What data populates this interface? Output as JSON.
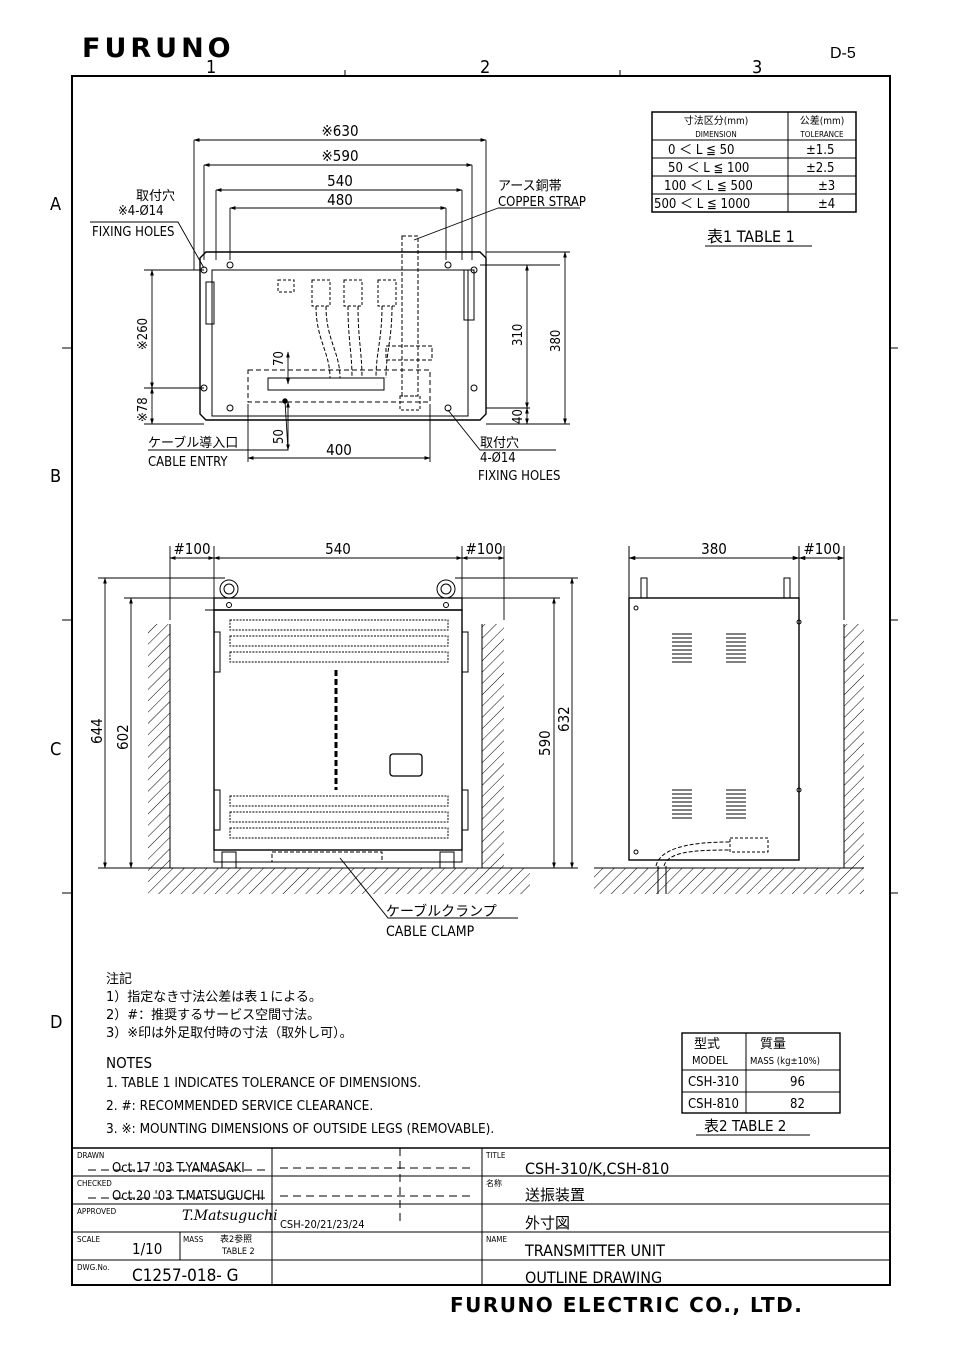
{
  "header": {
    "logo": "FURUNO",
    "page_id": "D-5",
    "grid_cols": [
      "1",
      "2",
      "3"
    ],
    "grid_rows": [
      "A",
      "B",
      "C",
      "D"
    ]
  },
  "tolerance_table": {
    "col1_header_jp": "寸法区分(mm)",
    "col1_header_en": "DIMENSION",
    "col2_header_jp": "公差(mm)",
    "col2_header_en": "TOLERANCE",
    "rows": [
      {
        "range": "0 ＜ L ≦ 50",
        "tol": "±1.5"
      },
      {
        "range": "50 ＜ L ≦ 100",
        "tol": "±2.5"
      },
      {
        "range": "100 ＜ L ≦ 500",
        "tol": "±3"
      },
      {
        "range": "500 ＜ L ≦ 1000",
        "tol": "±4"
      }
    ],
    "caption": "表1  TABLE 1"
  },
  "top_view": {
    "dims": [
      "※630",
      "※590",
      "540",
      "480",
      "※260",
      "※78",
      "70",
      "50",
      "400",
      "310",
      "380",
      "40"
    ],
    "fixing_left_jp": "取付穴",
    "fixing_left_spec": "※4-Ø14",
    "fixing_left_en": "FIXING HOLES",
    "copper_jp": "アース銅帯",
    "copper_en": "COPPER STRAP",
    "cable_jp": "ケーブル導入口",
    "cable_en": "CABLE ENTRY",
    "fixing_right_jp": "取付穴",
    "fixing_right_spec": "4-Ø14",
    "fixing_right_en": "FIXING HOLES"
  },
  "front_view": {
    "dims": [
      "#100",
      "540",
      "#100",
      "644",
      "602",
      "590",
      "632"
    ],
    "clamp_jp": "ケーブルクランプ",
    "clamp_en": "CABLE CLAMP"
  },
  "side_view": {
    "dims": [
      "380",
      "#100"
    ]
  },
  "notes": {
    "title_jp": "注記",
    "jp": [
      "1）指定なき寸法公差は表１による。",
      "2）#：推奨するサービス空間寸法。",
      "3）※印は外足取付時の寸法（取外し可）。"
    ],
    "title_en": "NOTES",
    "en": [
      "1.  TABLE 1 INDICATES TOLERANCE OF DIMENSIONS.",
      "2.  #: RECOMMENDED SERVICE CLEARANCE.",
      "3.  ※: MOUNTING DIMENSIONS OF OUTSIDE LEGS (REMOVABLE)."
    ]
  },
  "mass_table": {
    "h1_jp": "型式",
    "h1_en": "MODEL",
    "h2_jp": "質量",
    "h2_en": "MASS (kg±10%)",
    "rows": [
      {
        "model": "CSH-310",
        "mass": "96"
      },
      {
        "model": "CSH-810",
        "mass": "82"
      }
    ],
    "caption": "表2  TABLE 2"
  },
  "title_block": {
    "drawn_label": "DRAWN",
    "drawn_value": "Oct.17 '03  T.YAMASAKI",
    "checked_label": "CHECKED",
    "checked_value": "Oct.20 '03  T.MATSUGUCHI",
    "approved_label": "APPROVED",
    "approved_sign": "T.Matsuguchi",
    "scale_label": "SCALE",
    "scale_value": "1/10",
    "mass_label": "MASS",
    "mass_value_jp": "表2参照",
    "mass_value_en": "TABLE 2",
    "dwg_label": "DWG.No.",
    "dwg_value": "C1257-018- G",
    "ref_models": "CSH-20/21/23/24",
    "title_label": "TITLE",
    "title_value": "CSH-310/K,CSH-810",
    "name_jp_label": "名称",
    "name_jp_1": "送振装置",
    "name_jp_2": "外寸図",
    "name_label": "NAME",
    "name_en_1": "TRANSMITTER UNIT",
    "name_en_2": "OUTLINE DRAWING"
  },
  "footer": {
    "company": "FURUNO ELECTRIC CO., LTD."
  }
}
